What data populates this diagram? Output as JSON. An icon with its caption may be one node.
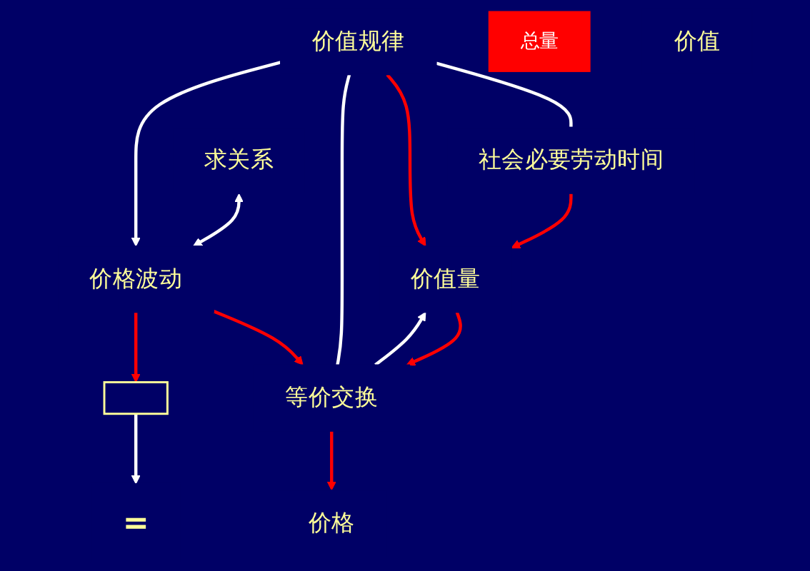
{
  "diagram": {
    "nodes": [
      {
        "text": [
          "社会必要劳动时间"
        ]
      },
      {
        "text": [
          "价值规律"
        ]
      },
      {
        "text": [
          "价值量"
        ]
      },
      {
        "text": [
          "等价交换"
        ]
      },
      {
        "text": [
          "总量"
        ]
      },
      {
        "text": [
          "价格"
        ]
      },
      {
        "text": [
          "="
        ]
      },
      {
        "text": [
          "价值"
        ]
      },
      {
        "text": [
          "求关系"
        ]
      },
      {
        "text": [
          "价格波动"
        ]
      },
      {
        "text": [],
        "shape": "box"
      }
    ],
    "edges": [
      {
        "from": 0,
        "to": 2,
        "arrow": "to",
        "color": "#ff0000"
      },
      {
        "from": 1,
        "to": 0,
        "arrow": "none",
        "color": "#ffffff"
      },
      {
        "from": 1,
        "to": 2,
        "arrow": "to",
        "color": "#ff0000"
      },
      {
        "from": 2,
        "to": 3,
        "arrow": "to",
        "color": "#ff0000"
      },
      {
        "from": 3,
        "to": 2,
        "arrow": "to",
        "color": "#ffffff"
      },
      {
        "from": 1,
        "to": 3,
        "arrow": "none",
        "color": "#ffffff"
      },
      {
        "from": 1,
        "to": 9,
        "arrow": "to",
        "color": "#ffffff"
      },
      {
        "from": 3,
        "to": 5,
        "arrow": "to",
        "color": "#ff0000"
      },
      {
        "from": 9,
        "to": 3,
        "arrow": "to",
        "color": "#ff0000"
      },
      {
        "from": 8,
        "to": 9,
        "arrow": "both",
        "color": "#ffffff"
      },
      {
        "from": 9,
        "to": 10,
        "arrow": "to",
        "color": "#ff0000"
      },
      {
        "from": 10,
        "to": 6,
        "arrow": "to",
        "color": "#ffffff"
      }
    ]
  }
}
